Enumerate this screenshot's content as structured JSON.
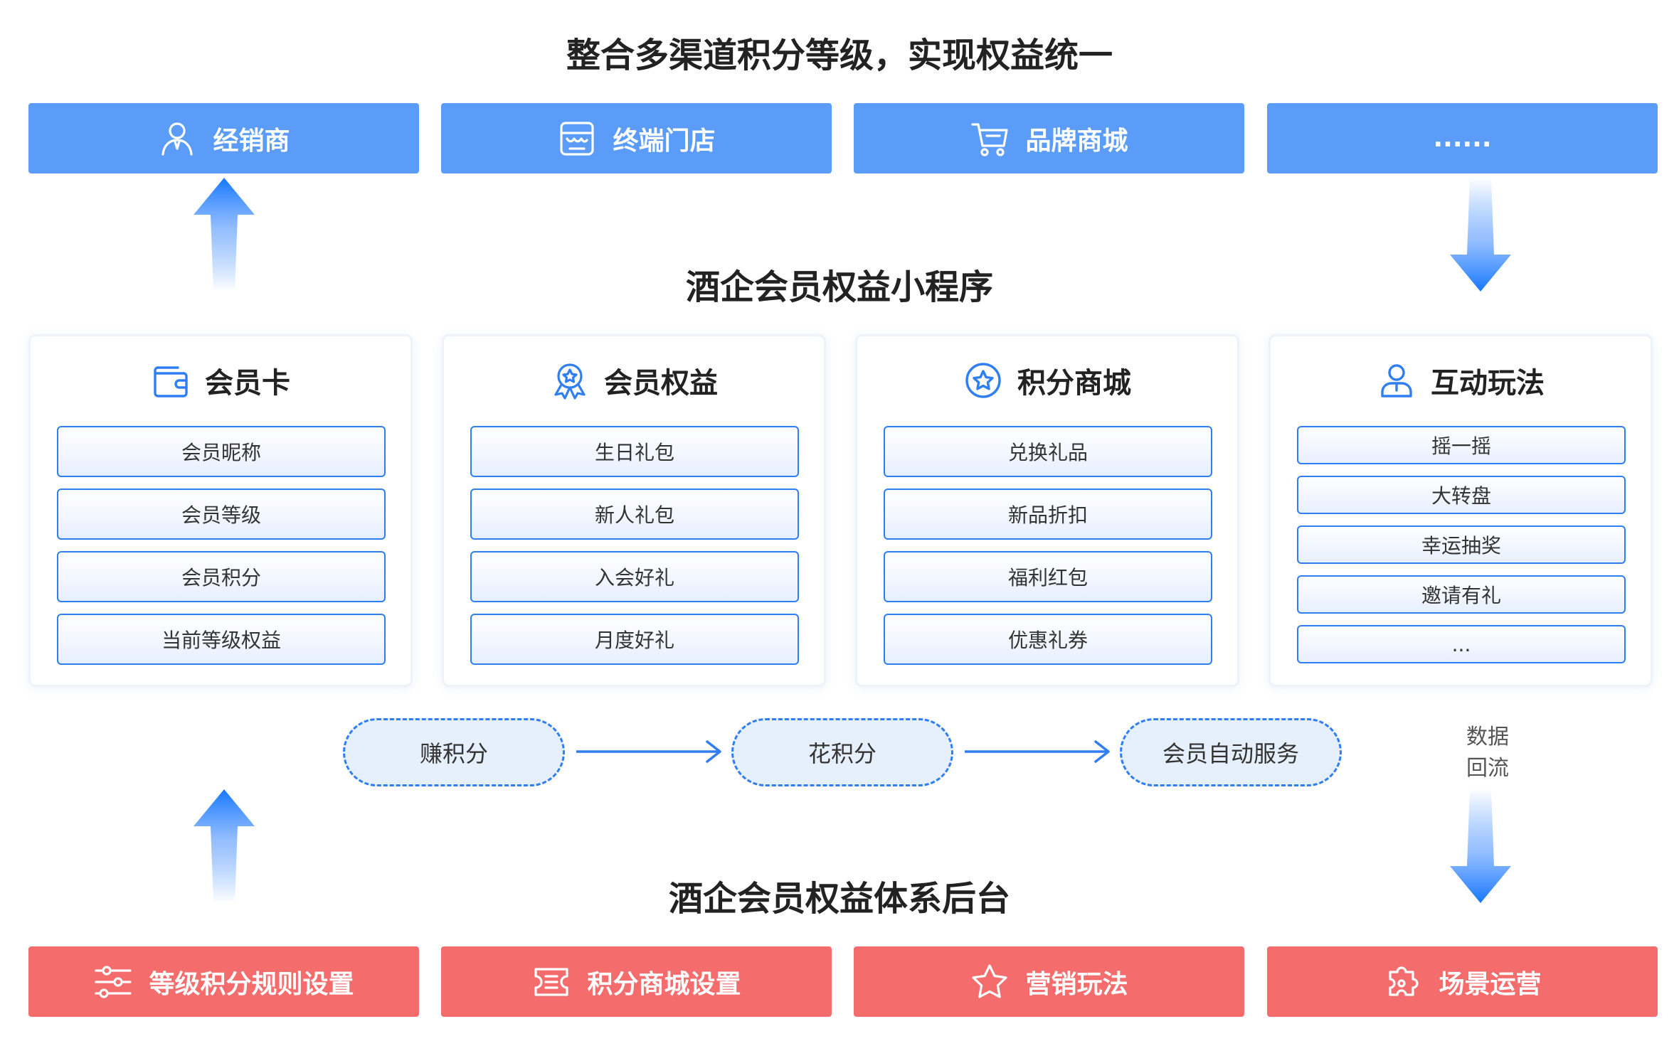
{
  "titles": {
    "top": "整合多渠道积分等级，实现权益统一",
    "middle": "酒企会员权益小程序",
    "bottom": "酒企会员权益体系后台"
  },
  "channels": [
    {
      "label": "经销商",
      "icon": "person-icon"
    },
    {
      "label": "终端门店",
      "icon": "store-icon"
    },
    {
      "label": "品牌商城",
      "icon": "cart-icon"
    },
    {
      "label": "......",
      "icon": ""
    }
  ],
  "modules": [
    {
      "title": "会员卡",
      "icon": "wallet-icon",
      "items": [
        "会员昵称",
        "会员等级",
        "会员积分",
        "当前等级权益"
      ]
    },
    {
      "title": "会员权益",
      "icon": "award-icon",
      "items": [
        "生日礼包",
        "新人礼包",
        "入会好礼",
        "月度好礼"
      ]
    },
    {
      "title": "积分商城",
      "icon": "star-circle-icon",
      "items": [
        "兑换礼品",
        "新品折扣",
        "福利红包",
        "优惠礼券"
      ]
    },
    {
      "title": "互动玩法",
      "icon": "user-icon",
      "items": [
        "摇一摇",
        "大转盘",
        "幸运抽奖",
        "邀请有礼",
        "..."
      ]
    }
  ],
  "flow": [
    "赚积分",
    "花积分",
    "会员自动服务"
  ],
  "data_return": {
    "line1": "数据",
    "line2": "回流"
  },
  "backend": [
    {
      "label": "等级积分规则设置",
      "icon": "sliders-icon"
    },
    {
      "label": "积分商城设置",
      "icon": "ticket-icon"
    },
    {
      "label": "营销玩法",
      "icon": "star-icon"
    },
    {
      "label": "场景运营",
      "icon": "puzzle-icon"
    }
  ],
  "colors": {
    "blue": "#5a9cf8",
    "red": "#f56c6c",
    "accent": "#2f7ef2",
    "arrow": "#1677ff"
  }
}
